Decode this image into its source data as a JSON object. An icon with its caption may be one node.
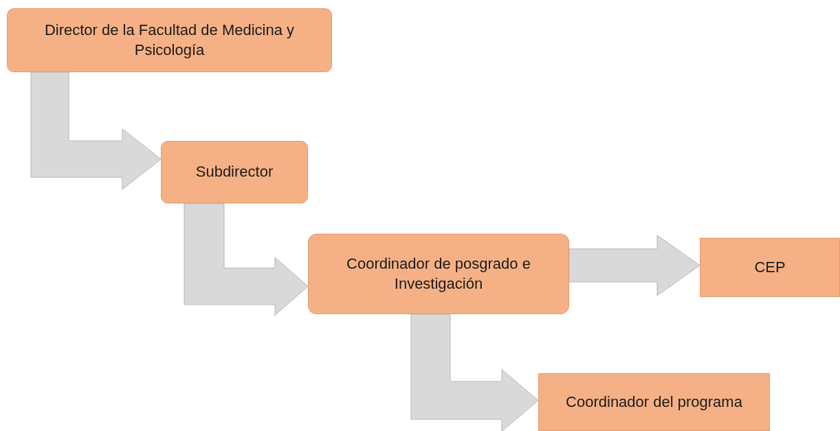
{
  "diagram": {
    "nodes": [
      {
        "text": [
          "Director de la Facultad de Medicina y Psicología"
        ]
      },
      {
        "text": [
          "Subdirector"
        ]
      },
      {
        "text": [
          "Coordinador de posgrado e Investigación"
        ]
      },
      {
        "text": [
          "CEP"
        ]
      },
      {
        "text": [
          "Coordinador del programa"
        ]
      }
    ],
    "edges": [
      {
        "from": 0,
        "to": 1,
        "arrow": "to"
      },
      {
        "from": 1,
        "to": 2,
        "arrow": "to"
      },
      {
        "from": 2,
        "to": 3,
        "arrow": "to"
      },
      {
        "from": 2,
        "to": 4,
        "arrow": "to"
      }
    ]
  }
}
